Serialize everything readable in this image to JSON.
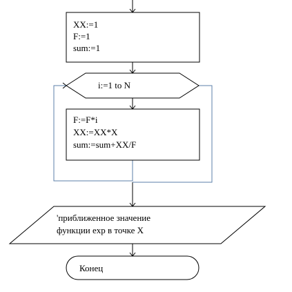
{
  "blocks": {
    "init": {
      "lines": [
        "XX:=1",
        "F:=1",
        "sum:=1"
      ]
    },
    "loop": {
      "label": "i:=1 to N"
    },
    "body": {
      "lines": [
        "F:=F*i",
        "XX:=XX*X",
        "sum:=sum+XX/F"
      ]
    },
    "output": {
      "lines": [
        "'приближенное значение",
        "функции exp в точке X"
      ]
    },
    "end": {
      "label": "Конец"
    }
  },
  "colors": {
    "loop_line": "#5b7fa8",
    "stroke": "#000000"
  }
}
